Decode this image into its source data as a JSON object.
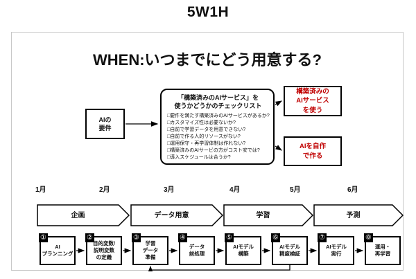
{
  "page_title": "5W1H",
  "panel": {
    "heading": "WHEN:いつまでにどう用意する?"
  },
  "decision": {
    "input_box": "AIの\n要件",
    "checklist": {
      "title": "「構築済みのAIサービス」を\n使うかどうかのチェックリスト",
      "items": [
        "□要件を満たす構築済みのAIサービスがあるか?",
        "□カスタマイズ性は必要ないか?",
        "□自前で学習データを用意できない?",
        "□自前で作る人的リソースがない?",
        "□運用保守・再学習体制は作れない?",
        "□構築済みのAIサービの方がコスト安では?",
        "□導入スケジュールは合うか?"
      ]
    },
    "outcomes": [
      {
        "label": "構築済みの\nAIサービス\nを使う",
        "text_color": "#c00000"
      },
      {
        "label": "AIを自作\nで作る",
        "text_color": "#c00000"
      }
    ]
  },
  "timeline": {
    "months": [
      "1月",
      "2月",
      "3月",
      "4月",
      "5月",
      "6月"
    ],
    "phases": [
      "企画",
      "データ用意",
      "学習",
      "予測"
    ]
  },
  "steps": [
    {
      "num": "①",
      "label": "AI\nプランニング"
    },
    {
      "num": "②",
      "label": "目的変数/\n説明変数\nの定義"
    },
    {
      "num": "③",
      "label": "学習\nデータ\n準備"
    },
    {
      "num": "④",
      "label": "データ\n前処理"
    },
    {
      "num": "⑤",
      "label": "AIモデル\n構築"
    },
    {
      "num": "⑥",
      "label": "AIモデル\n精度検証"
    },
    {
      "num": "⑦",
      "label": "AIモデル\n実行"
    },
    {
      "num": "⑧",
      "label": "運用・\n再学習"
    }
  ],
  "colors": {
    "outcome_text": "#c00000",
    "line": "#000000",
    "panel_border": "#c8c8c8"
  }
}
